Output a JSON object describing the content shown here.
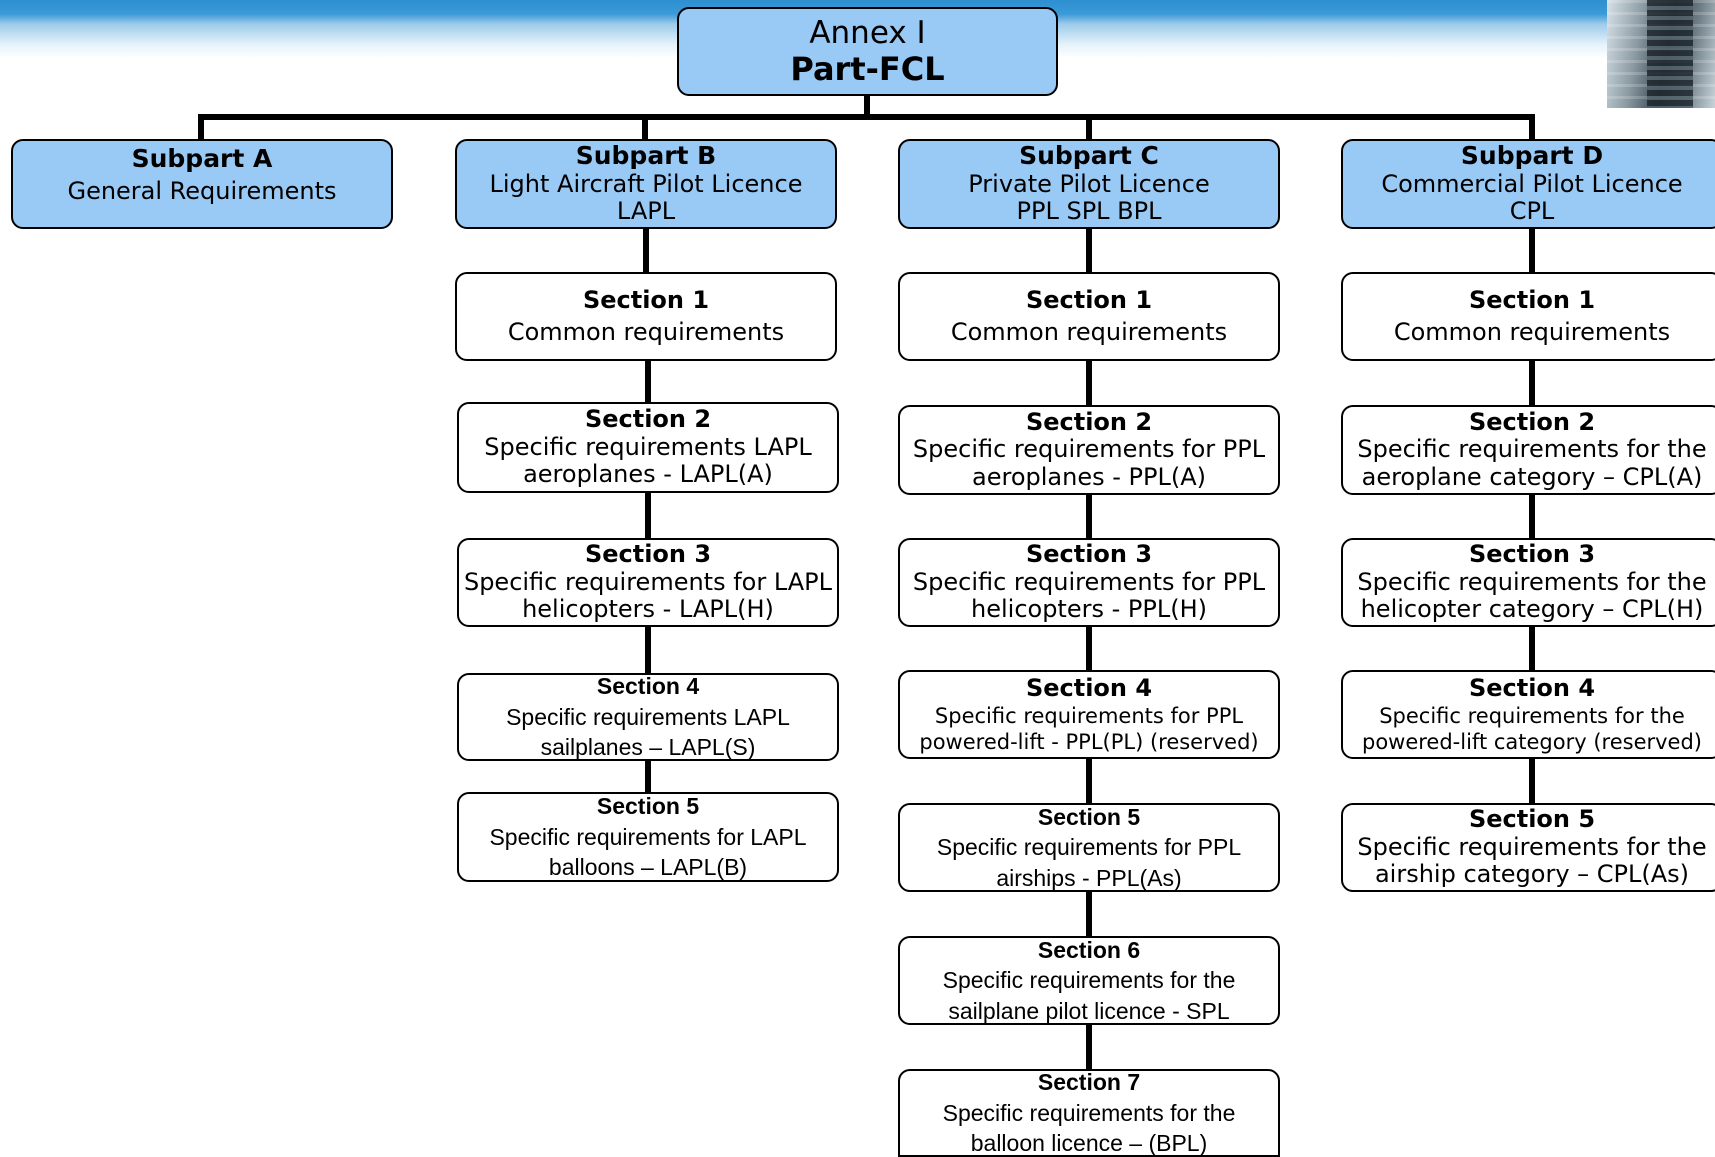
{
  "annex": {
    "line1": "Annex I",
    "line2": "Part-FCL"
  },
  "subparts": [
    {
      "heading": "Subpart A",
      "line1": "General Requirements"
    },
    {
      "heading": "Subpart B",
      "line1": "Light Aircraft Pilot Licence",
      "line2": "LAPL"
    },
    {
      "heading": "Subpart C",
      "line1": "Private Pilot Licence",
      "line2": "PPL SPL BPL"
    },
    {
      "heading": "Subpart D",
      "line1": "Commercial Pilot Licence",
      "line2": "CPL"
    }
  ],
  "subpart_b_sections": [
    {
      "heading": "Section 1",
      "line1": "Common requirements"
    },
    {
      "heading": "Section 2",
      "line1": "Specific requirements LAPL",
      "line2": "aeroplanes - LAPL(A)"
    },
    {
      "heading": "Section 3",
      "line1": "Specific requirements for LAPL",
      "line2": "helicopters - LAPL(H)"
    },
    {
      "heading": "Section 4",
      "line1": "Specific requirements LAPL",
      "line2": "sailplanes – LAPL(S)"
    },
    {
      "heading": "Section 5",
      "line1": "Specific requirements for LAPL",
      "line2": "balloons – LAPL(B)"
    }
  ],
  "subpart_c_sections": [
    {
      "heading": "Section 1",
      "line1": "Common requirements"
    },
    {
      "heading": "Section 2",
      "line1": "Specific requirements for PPL",
      "line2": "aeroplanes - PPL(A)"
    },
    {
      "heading": "Section 3",
      "line1": "Specific requirements for PPL",
      "line2": "helicopters - PPL(H)"
    },
    {
      "heading": "Section 4",
      "line1": "Specific requirements for PPL",
      "line2": "powered-lift - PPL(PL) (reserved)"
    },
    {
      "heading": "Section 5",
      "line1": "Specific requirements for PPL",
      "line2": "airships - PPL(As)"
    },
    {
      "heading": "Section 6",
      "line1": "Specific requirements for the",
      "line2": "sailplane pilot licence - SPL"
    },
    {
      "heading": "Section 7",
      "line1": "Specific requirements for the",
      "line2": "balloon licence – (BPL)"
    }
  ],
  "subpart_d_sections": [
    {
      "heading": "Section 1",
      "line1": "Common requirements"
    },
    {
      "heading": "Section 2",
      "line1": "Specific requirements for the",
      "line2": "aeroplane category – CPL(A)"
    },
    {
      "heading": "Section 3",
      "line1": "Specific requirements for the",
      "line2": "helicopter category – CPL(H)"
    },
    {
      "heading": "Section 4",
      "line1": "Specific requirements for the",
      "line2": "powered-lift category (reserved)"
    },
    {
      "heading": "Section 5",
      "line1": "Specific requirements for the",
      "line2": "airship category – CPL(As)"
    }
  ],
  "colors": {
    "header_bar": "#3b9ad8",
    "box_blue": "#99c9f5",
    "connector": "#000000"
  }
}
